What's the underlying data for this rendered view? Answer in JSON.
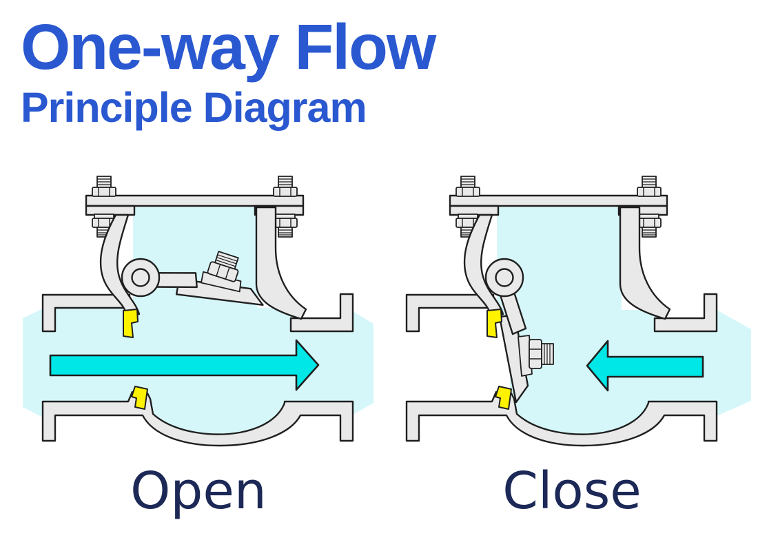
{
  "title": "One-way Flow",
  "subtitle": "Principle Diagram",
  "valves": [
    {
      "label": "Open",
      "arrow_direction": "right",
      "fluid_present": "inlet-body-outlet"
    },
    {
      "label": "Close",
      "arrow_direction": "left",
      "fluid_present": "inlet-side-only"
    }
  ],
  "colors": {
    "title_blue": "#2a58d0",
    "label_navy": "#1c2957",
    "flow_arrow_cyan": "#00e7e7",
    "fluid_light_cyan": "#d6f7fa",
    "metal_gray": "#e9e9e9",
    "seal_yellow": "#fff200",
    "outline": "#1f1f1f"
  }
}
